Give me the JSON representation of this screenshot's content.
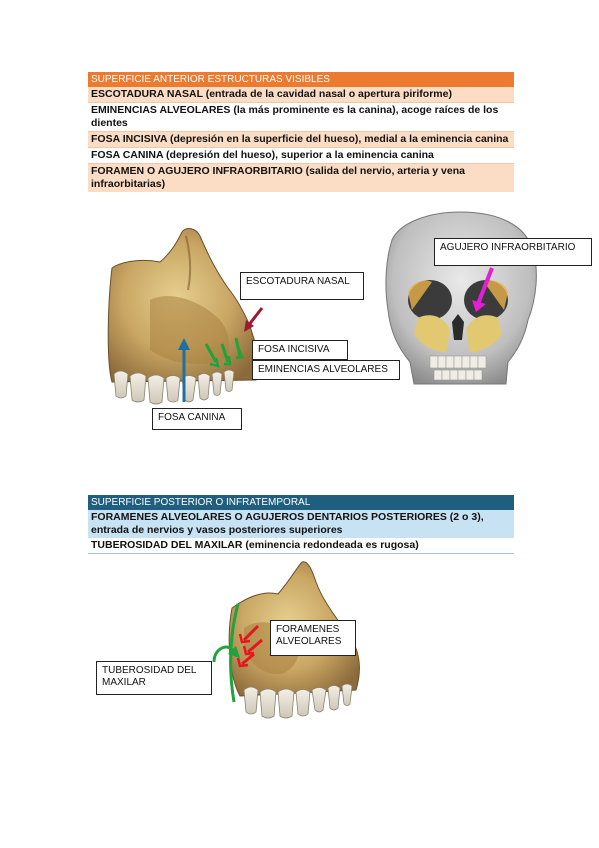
{
  "anterior": {
    "header": "SUPERFICIE ANTERIOR ESTRUCTURAS VISIBLES",
    "rows": [
      "ESCOTADURA NASAL (entrada de la cavidad nasal o apertura piriforme)",
      "EMINENCIAS ALVEOLARES (la más prominente es la canina), acoge raíces de los dientes",
      "FOSA INCISIVA (depresión en la superficie del hueso), medial a la eminencia canina",
      "FOSA CANINA (depresión del hueso), superior a la eminencia canina",
      "FORAMEN O AGUJERO INFRAORBITARIO (salida del nervio, arteria y vena infraorbitarias)"
    ],
    "labels": {
      "escotadura": "ESCOTADURA NASAL",
      "fosa_incisiva": "FOSA INCISIVA",
      "eminencias": "EMINENCIAS ALVEOLARES",
      "fosa_canina": "FOSA CANINA",
      "agujero": "AGUJERO INFRAORBITARIO"
    }
  },
  "posterior": {
    "header": "SUPERFICIE POSTERIOR O INFRATEMPORAL",
    "rows": [
      "FORAMENES ALVEOLARES O AGUJEROS DENTARIOS POSTERIORES (2 o 3), entrada de nervios y vasos posteriores superiores",
      "TUBEROSIDAD DEL MAXILAR (eminencia redondeada es rugosa)"
    ],
    "labels": {
      "foramenes": "FORAMENES\nALVEOLARES",
      "tuberosidad": "TUBEROSIDAD DEL\nMAXILAR"
    }
  },
  "colors": {
    "orange_header": "#ec7a2f",
    "orange_row": "#fbdcc5",
    "blue_header": "#1f5e7f",
    "blue_row": "#c6e2f3",
    "arrow_red": "#9b1b30",
    "arrow_green": "#1fa33a",
    "arrow_blue": "#1f6fa3",
    "arrow_magenta": "#e01fd6"
  }
}
